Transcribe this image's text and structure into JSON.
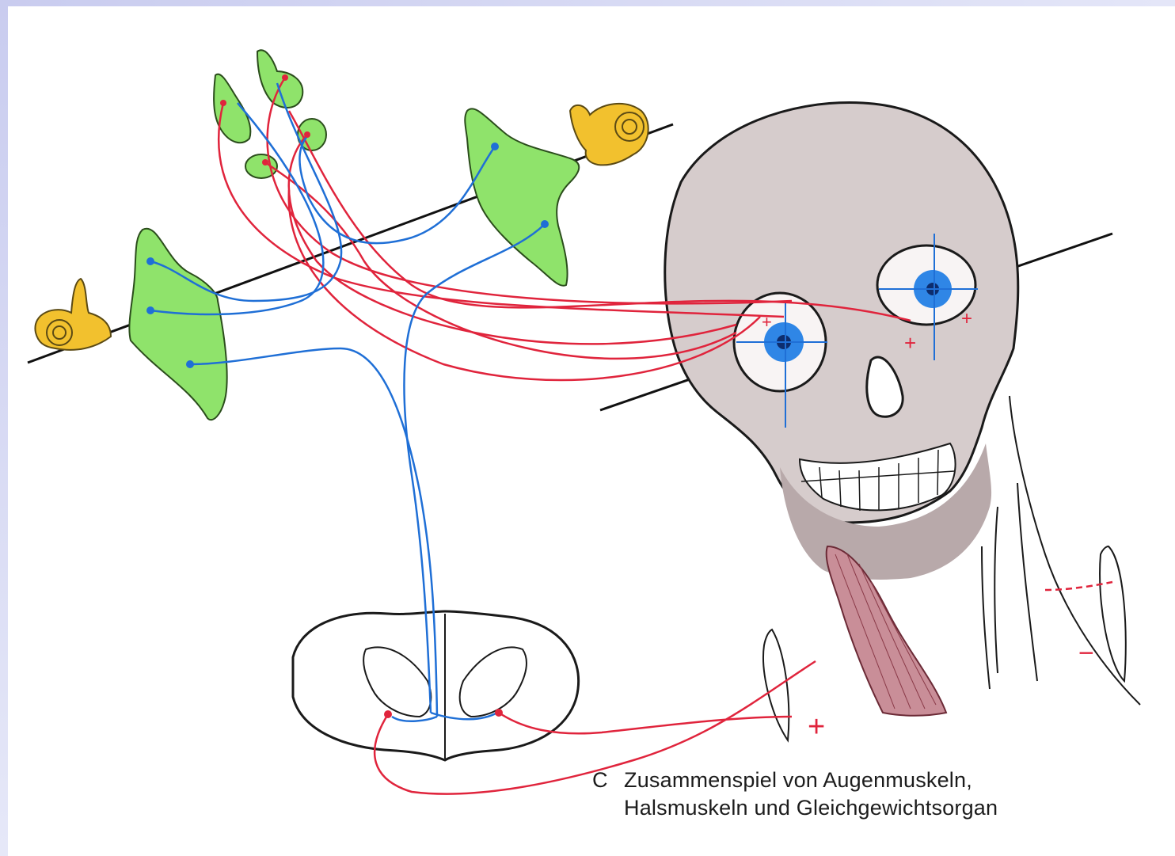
{
  "caption": {
    "letter": "C",
    "line1": "Zusammenspiel von Augenmuskeln,",
    "line2": "Halsmuskeln und Gleichgewichtsorgan"
  },
  "marks": {
    "plus": "+",
    "minus": "−"
  },
  "colors": {
    "background": "#d9dcf4",
    "nucleus_green": "#8fe36b",
    "ear_yellow": "#f2c12e",
    "skull": "#d6cccc",
    "neuron_red": "#e0243c",
    "neuron_blue": "#1f6fd6",
    "eye_blue": "#2f86e6",
    "neck_muscle": "#c98e98"
  }
}
